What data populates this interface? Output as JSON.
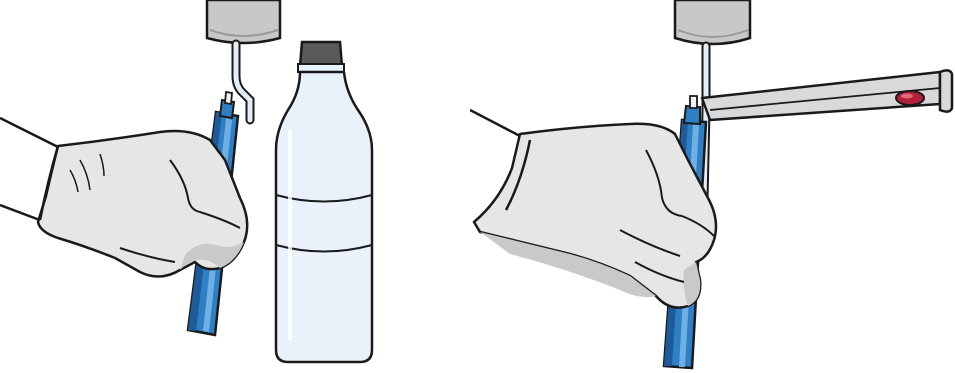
{
  "illustration": {
    "panels": [
      {
        "id": "left",
        "items": [
          "gloved-hand",
          "blue-pen-device",
          "nozzle-outlet",
          "water-bottle"
        ]
      },
      {
        "id": "right",
        "items": [
          "gloved-hand",
          "blue-pen-device",
          "nozzle-outlet",
          "tweezers",
          "red-sample"
        ]
      }
    ],
    "colors": {
      "glove": "#e6e6e6",
      "glove_shadow": "#c9c9c9",
      "pen_blue": "#2f7fc4",
      "pen_blue_dark": "#1d5b9a",
      "pen_blue_light": "#6fb0e4",
      "nozzle_gray": "#c8c8c8",
      "nozzle_dark": "#9a9a9a",
      "bottle_cap": "#5a5a5a",
      "bottle_body": "#e9f2fb",
      "tweezers": "#d9d9d9",
      "sample_red": "#b2203a",
      "outline": "#1a1a1a"
    }
  }
}
